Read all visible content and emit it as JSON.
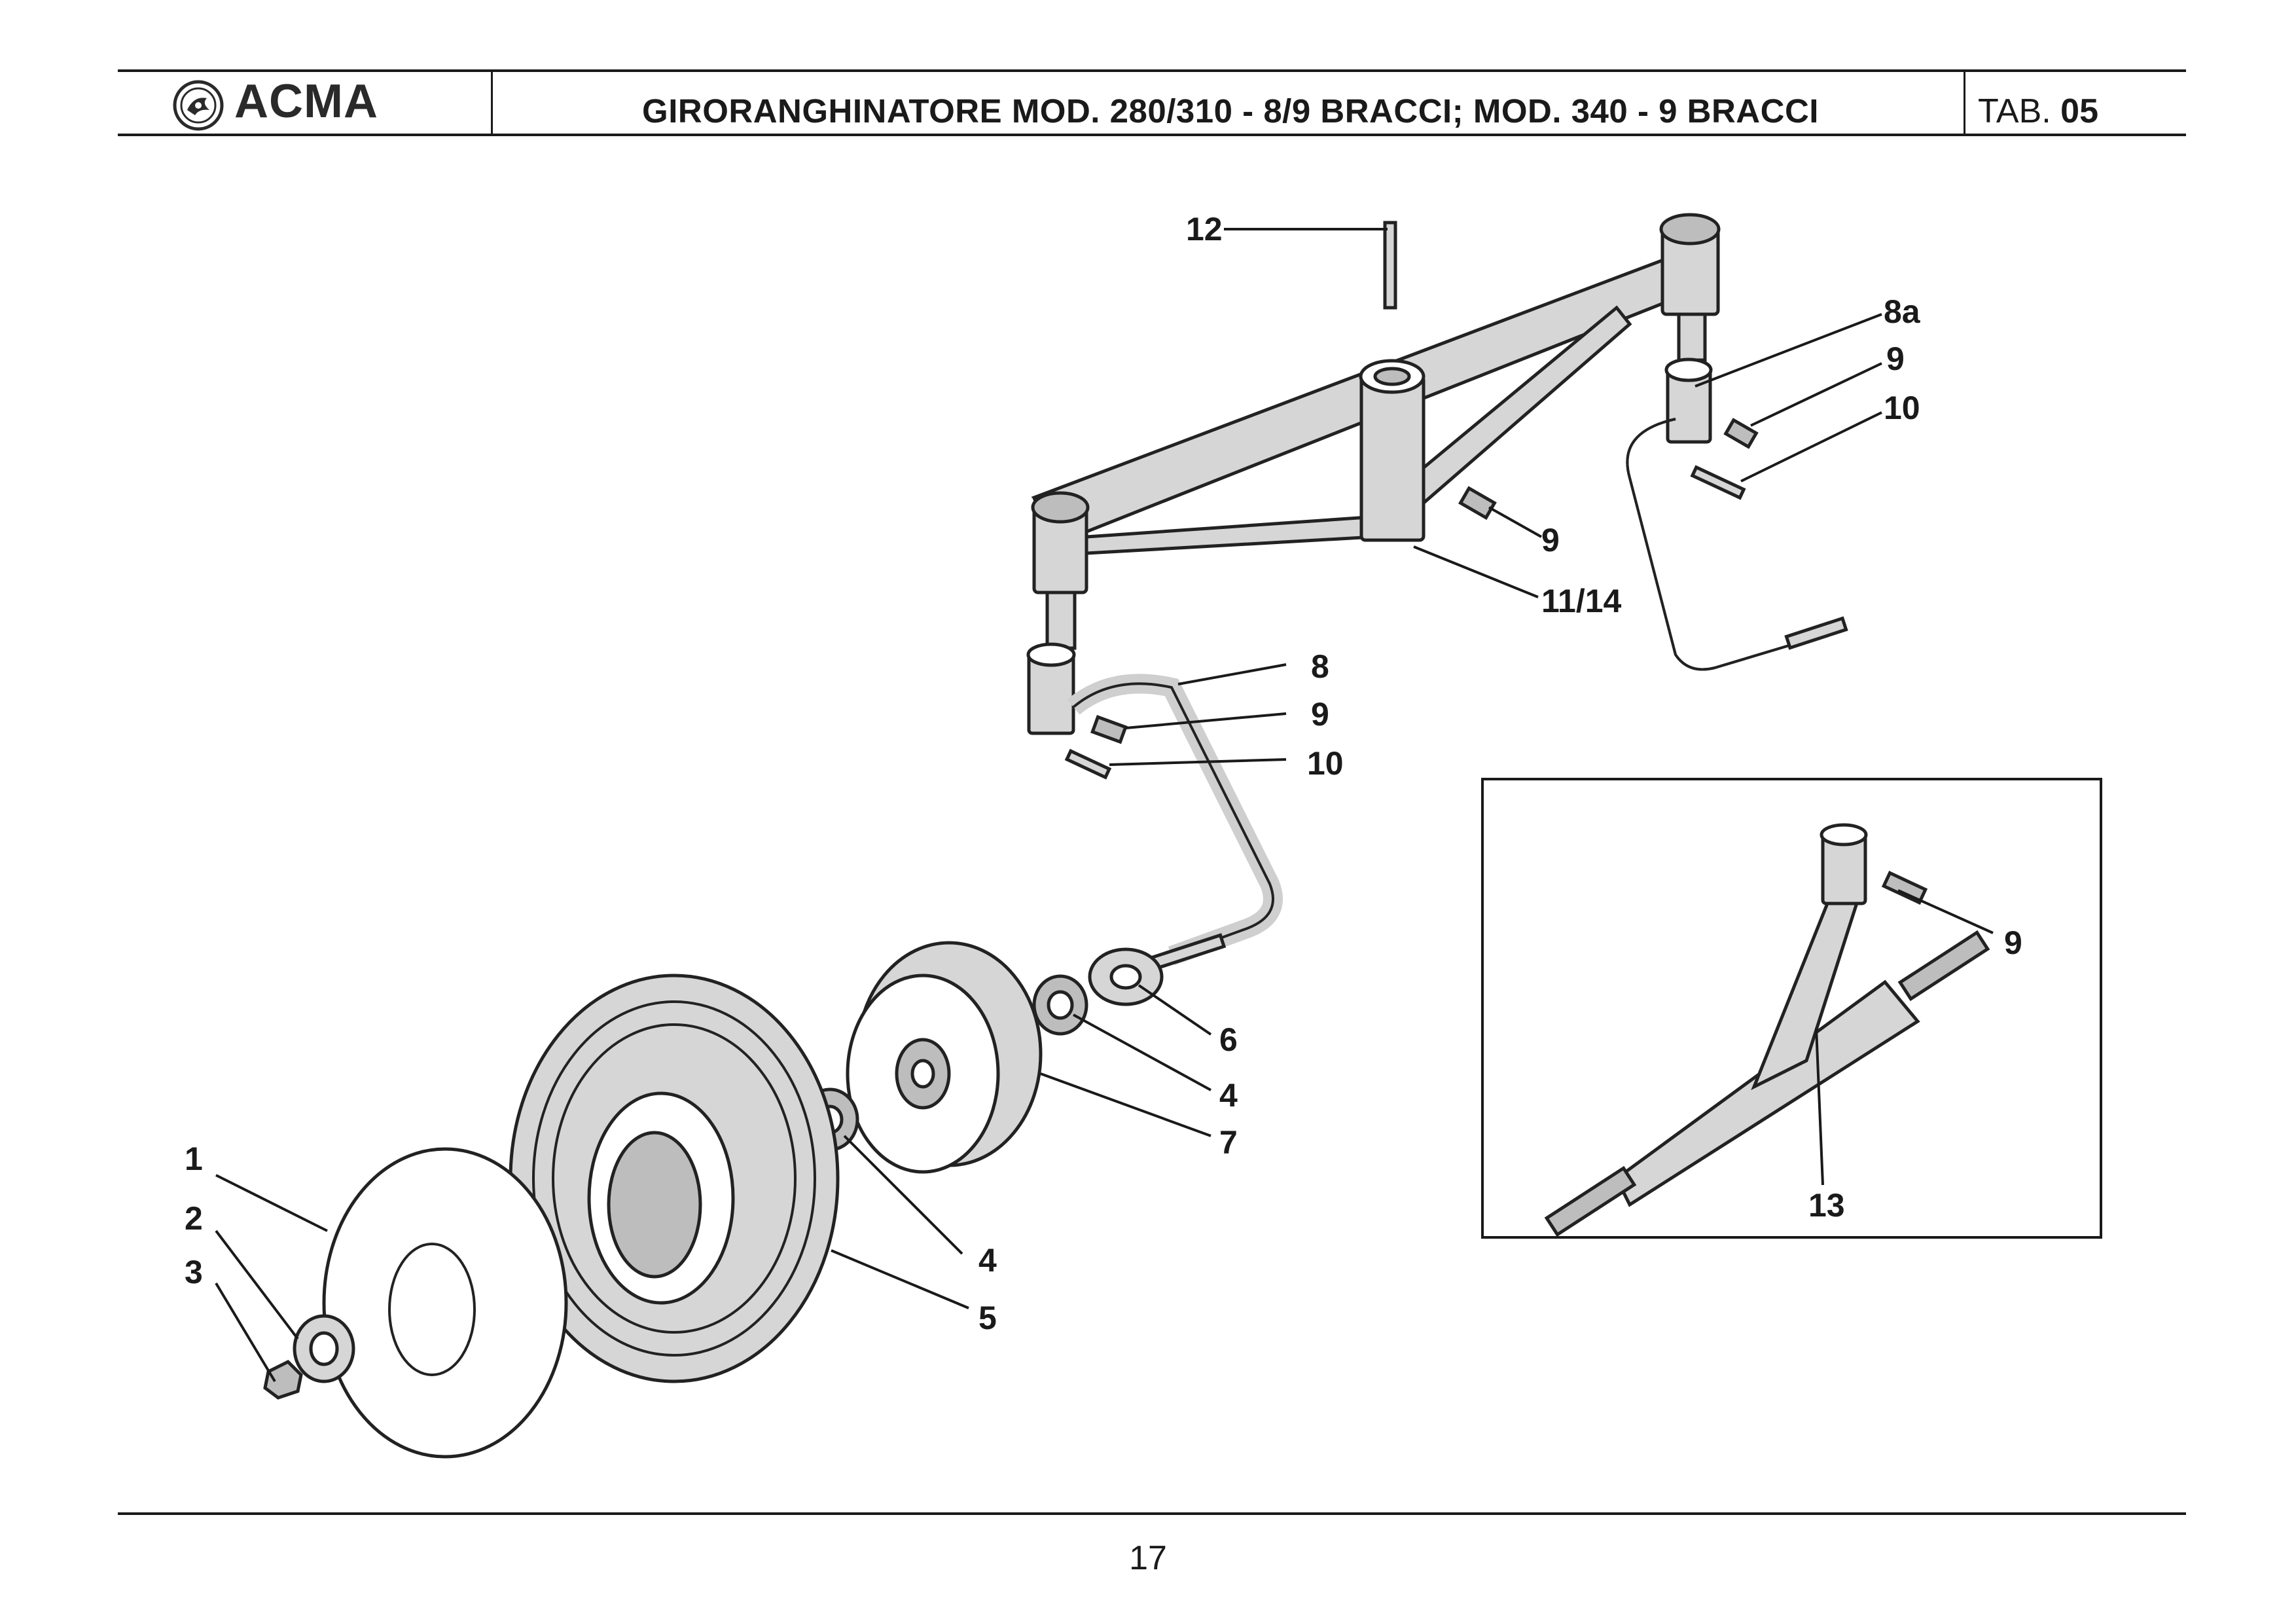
{
  "header": {
    "brand": "ACMA",
    "title": "GIRORANGHINATORE MOD. 280/310 - 8/9 BRACCI; MOD. 340 - 9 BRACCI",
    "tab_prefix": "TAB.",
    "tab_number": "05"
  },
  "callouts": {
    "c1": "1",
    "c2": "2",
    "c3": "3",
    "c4a": "4",
    "c4b": "4",
    "c5": "5",
    "c6": "6",
    "c7": "7",
    "c8": "8",
    "c8a": "8a",
    "c9a": "9",
    "c9b": "9",
    "c9c": "9",
    "c9d": "9",
    "c10a": "10",
    "c10b": "10",
    "c11": "11/14",
    "c12": "12",
    "c13": "13"
  },
  "footer": {
    "page_number": "17"
  },
  "colors": {
    "ink": "#1a1a1a",
    "part_fill": "#d6d6d6",
    "part_shade": "#bdbdbd"
  }
}
